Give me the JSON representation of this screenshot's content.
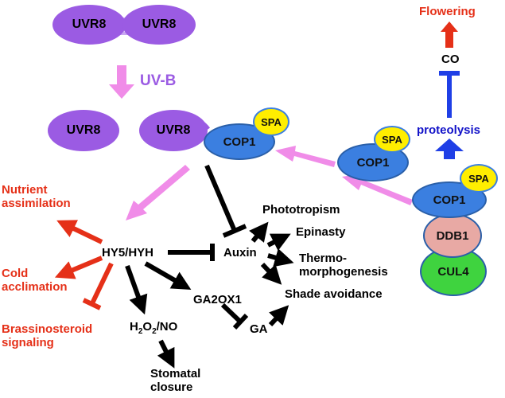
{
  "nodes": {
    "uvr8_dimer_left": "UVR8",
    "uvr8_dimer_right": "UVR8",
    "uv_b": "UV-B",
    "uvr8_monomer": "UVR8",
    "uvr8_bound": "UVR8",
    "cop1_bound": "COP1",
    "spa_bound": "SPA",
    "cop1_middle": "COP1",
    "spa_middle": "SPA",
    "cop1_complex": "COP1",
    "spa_complex": "SPA",
    "ddb1": "DDB1",
    "cul4": "CUL4",
    "proteolysis": "proteolysis",
    "co": "CO",
    "flowering": "Flowering",
    "nutrient_1": "Nutrient",
    "nutrient_2": "assimilation",
    "cold_1": "Cold",
    "cold_2": "acclimation",
    "brassino_1": "Brassinosteroid",
    "brassino_2": "signaling",
    "hy5": "HY5/HYH",
    "auxin": "Auxin",
    "phototropism": "Phototropism",
    "epinasty": "Epinasty",
    "thermo_1": "Thermo-",
    "thermo_2": "morphogenesis",
    "shade": "Shade avoidance",
    "ga2ox1": "GA2OX1",
    "ga": "GA",
    "h2o2_h": "H",
    "h2o2_sub1": "2",
    "h2o2_o": "O",
    "h2o2_sub2": "2",
    "h2o2_no": "/NO",
    "stomatal_1": "Stomatal",
    "stomatal_2": "closure"
  },
  "colors": {
    "uvr8": "#9b5be3",
    "cop1": "#3b7fe0",
    "spa": "#ffee00",
    "ddb1": "#e8a9a4",
    "cul4": "#3fd33f",
    "pink_arrow": "#f08ce8",
    "red_text": "#e53018",
    "blue_text": "#1212c8",
    "black_arrow": "#000000"
  }
}
